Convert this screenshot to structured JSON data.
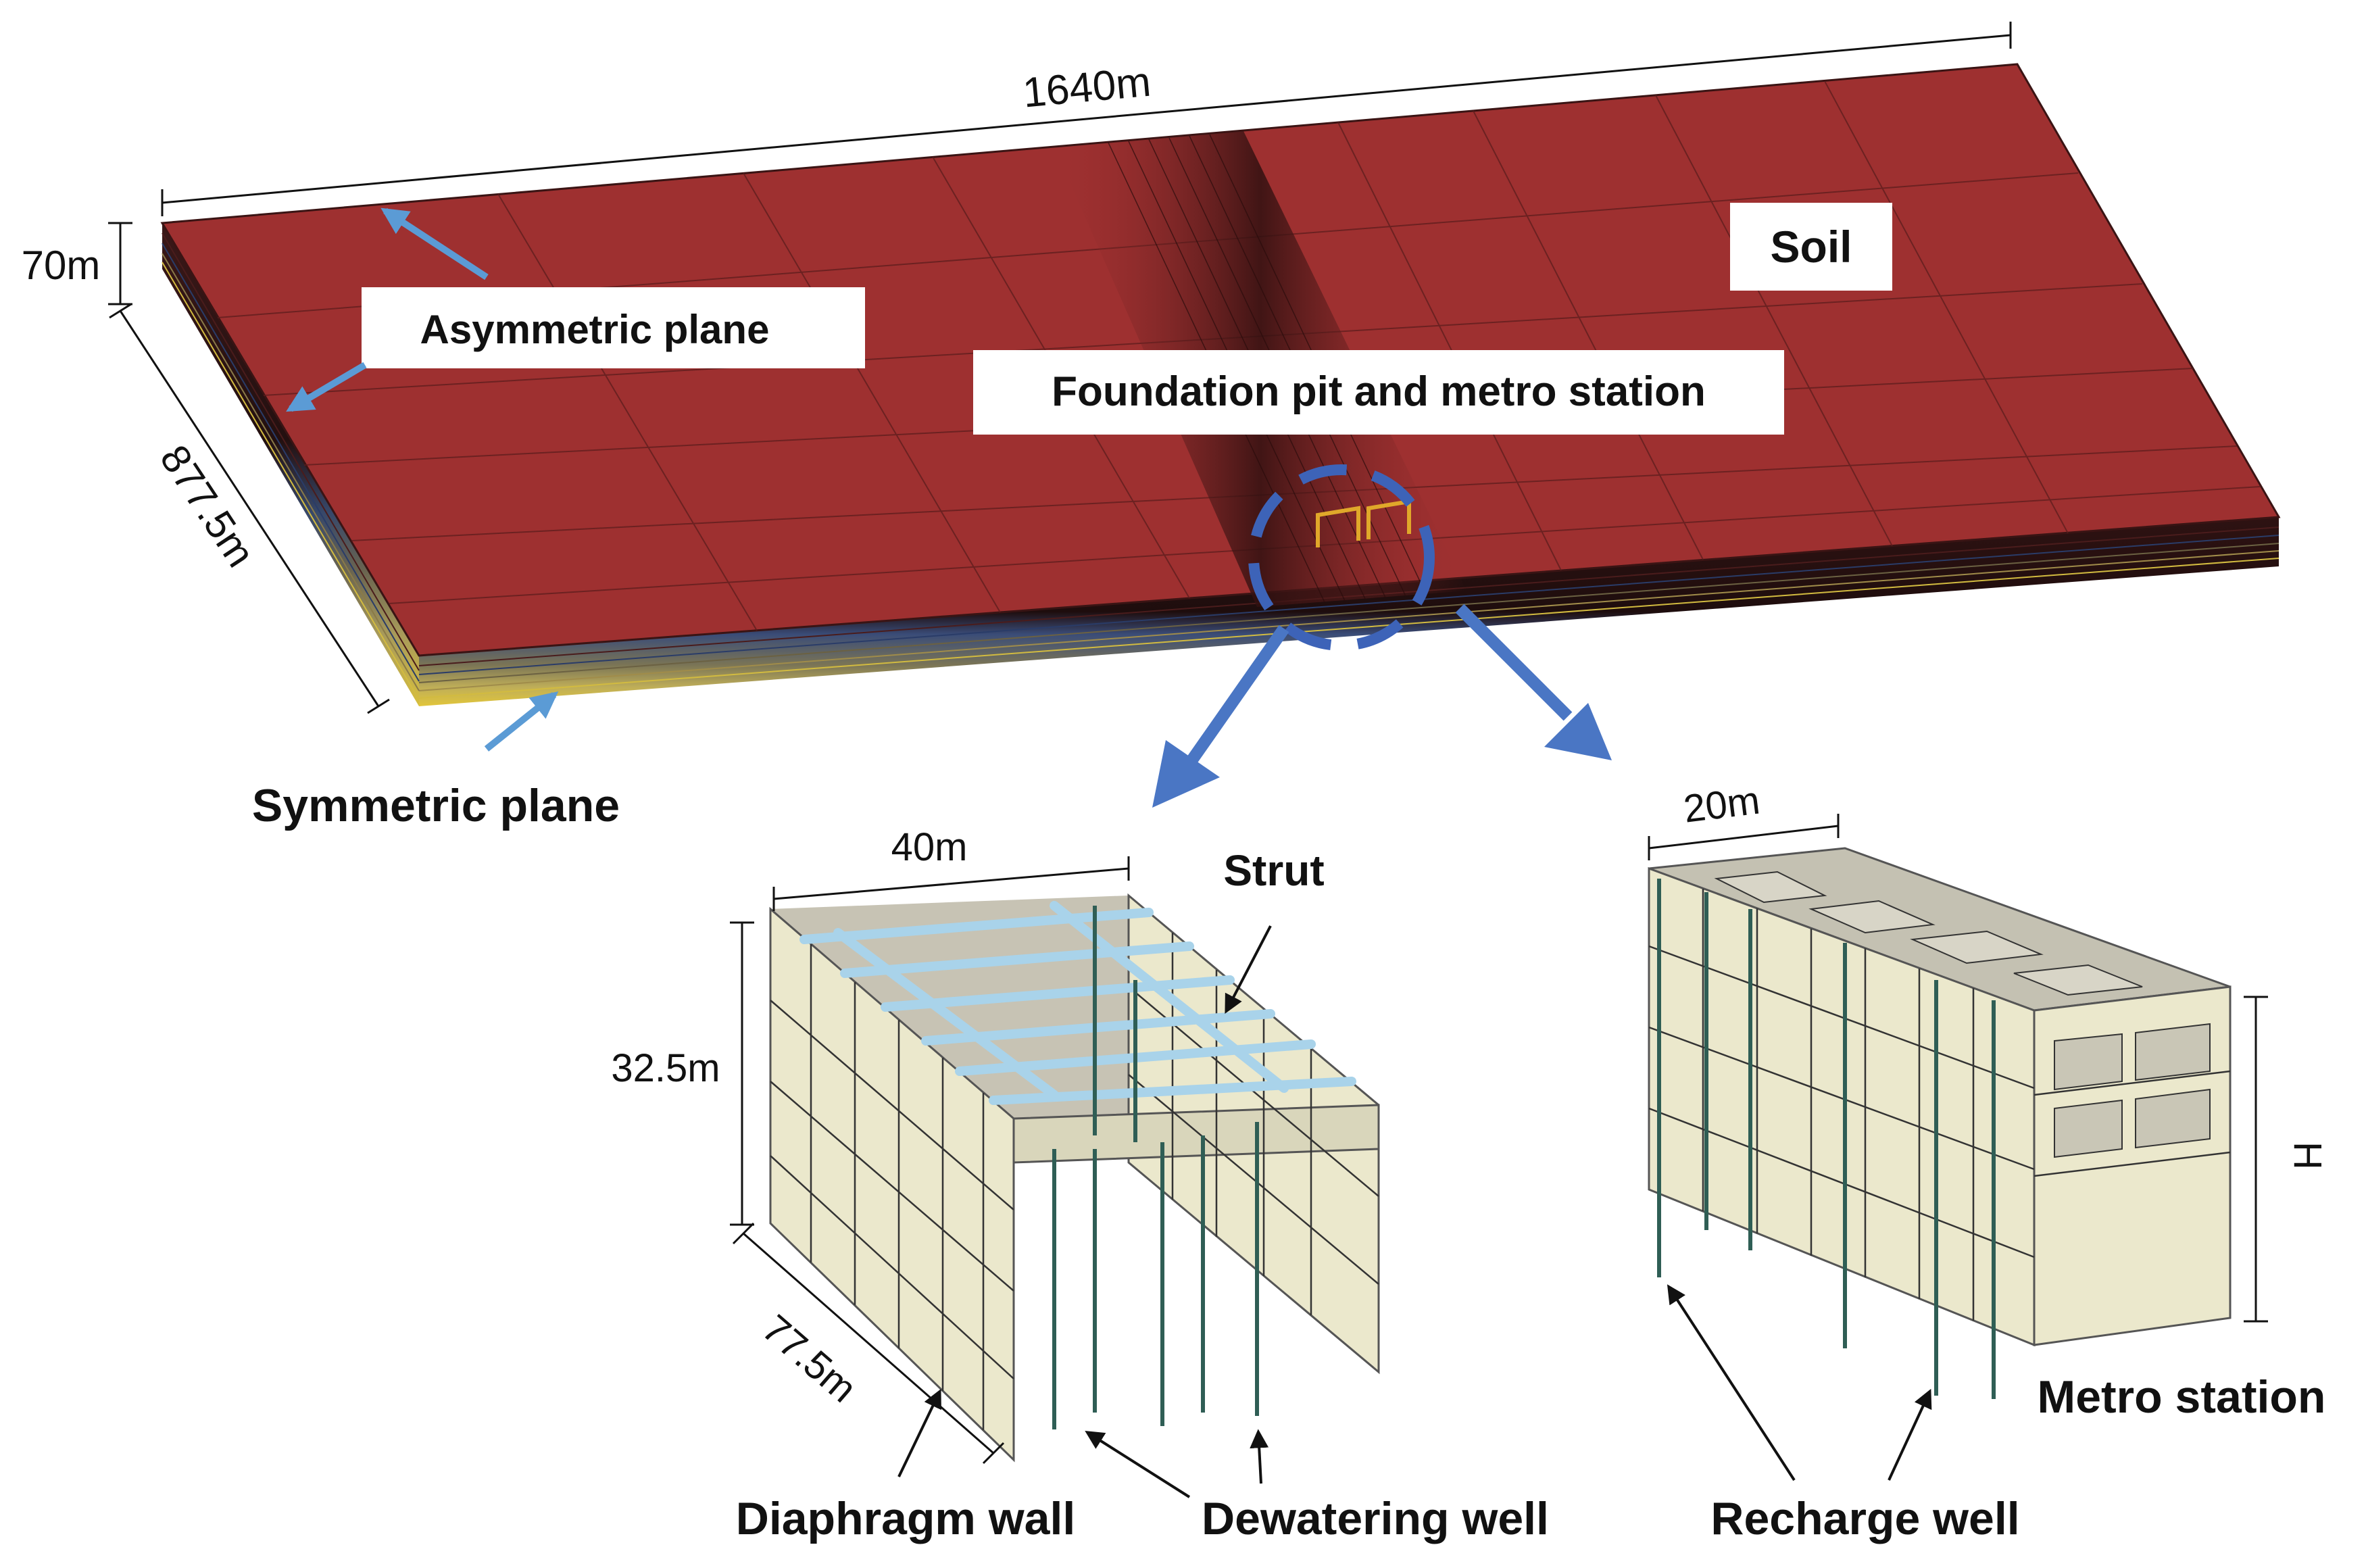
{
  "model": {
    "dimensions": {
      "length": "1640m",
      "height": "70m",
      "width": "877.5m"
    },
    "labels": {
      "soil": "Soil",
      "asymmetric_plane": "Asymmetric plane",
      "foundation_pit": "Foundation pit and metro station",
      "symmetric_plane": "Symmetric plane"
    }
  },
  "pit": {
    "dimensions": {
      "width": "40m",
      "depth": "32.5m",
      "length": "77.5m"
    },
    "labels": {
      "strut": "Strut",
      "diaphragm_wall": "Diaphragm wall",
      "dewatering_well": "Dewatering well"
    }
  },
  "station": {
    "dimensions": {
      "width": "20m",
      "height": "H"
    },
    "labels": {
      "title": "Metro station",
      "recharge_well": "Recharge well"
    }
  },
  "colors": {
    "soil_top": "#9e3030",
    "soil_layers": "#2a1414",
    "soil_bottom": "#c9b24a",
    "wall_panel": "#ebe8cc",
    "strut": "#a9d3ea",
    "arrow_blue": "#4a76c4",
    "circle_blue": "#3d63b8",
    "well": "#2f5e55"
  }
}
